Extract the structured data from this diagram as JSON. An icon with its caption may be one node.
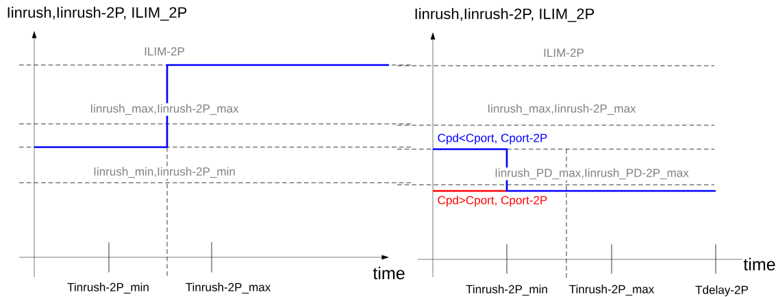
{
  "diagram": {
    "labels": [
      "Iinrush,Iinrush-2P, ILIM_2P",
      "ILIM-2P",
      "Iinrush_max,Iinrush-2P_max",
      "Iinrush_min,Iinrush-2P_min",
      "time",
      "Tinrush-2P_min",
      "Tinrush-2P_max",
      "Iinrush,Iinrush-2P, ILIM_2P",
      "ILIM-2P",
      "Iinrush_max,Iinrush-2P_max",
      "Cpd<Cport, Cport-2P",
      "Iinrush_PD_max,Iinrush_PD-2P_max",
      "Cpd>Cport, Cport-2P",
      "time",
      "Tinrush-2P_min",
      "Tinrush-2P_max",
      "Tdelay-2P"
    ]
  }
}
